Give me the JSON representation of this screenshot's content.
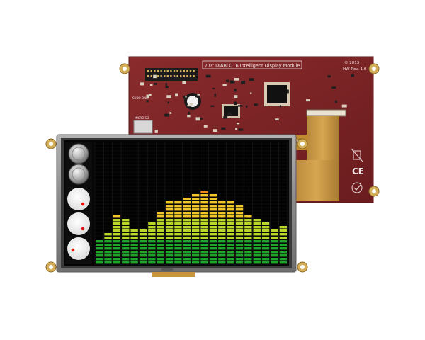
{
  "pcb": {
    "title": "7.0\" DIABLO16 Intelligent Display Module",
    "copyright": "© 2013",
    "revision": "HW Rev. 1.0",
    "microsd_label": "MICRO SD",
    "sudo_label": "SUDO ONLY",
    "ce_mark": "CE",
    "colors": {
      "board": "#7b2426",
      "board_dark": "#5e1719",
      "silk": "#e9d7d7",
      "gold": "#c9a24a"
    }
  },
  "display": {
    "colors": {
      "bezel": "#8e8e8e",
      "screen": "#050505",
      "grid": "#1d1d1d",
      "bar_low": "#1ea52a",
      "bar_mid": "#b9d72a",
      "bar_high": "#f0c72a",
      "bar_peak": "#f08b1a"
    },
    "equalizer_levels": [
      0.2,
      0.25,
      0.4,
      0.37,
      0.3,
      0.3,
      0.36,
      0.45,
      0.52,
      0.52,
      0.55,
      0.6,
      0.62,
      0.6,
      0.53,
      0.52,
      0.5,
      0.4,
      0.38,
      0.34,
      0.28,
      0.32
    ],
    "icons": [
      "knob-icon",
      "knob-icon",
      "dial-icon",
      "dial-icon",
      "dial-icon"
    ]
  }
}
